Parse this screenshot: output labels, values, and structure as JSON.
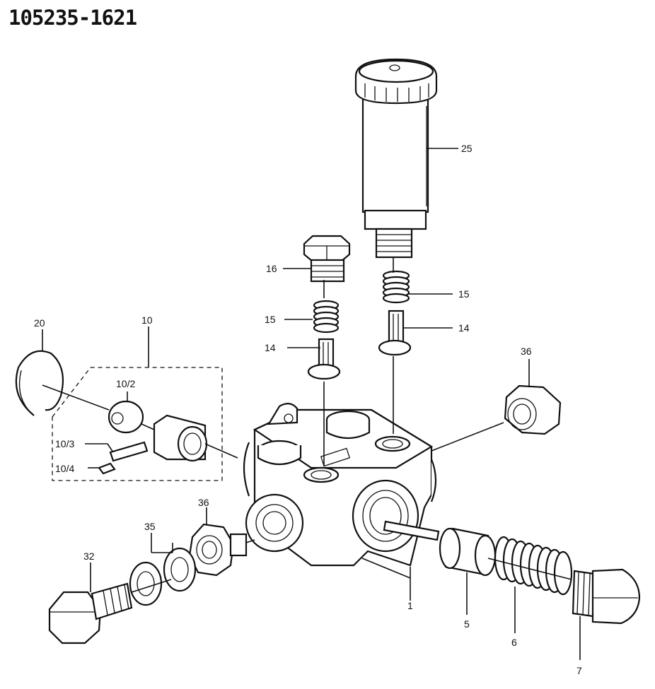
{
  "document_number": "105235-1621",
  "callouts": [
    {
      "id": "25",
      "text": "25"
    },
    {
      "id": "16",
      "text": "16"
    },
    {
      "id": "15a",
      "text": "15"
    },
    {
      "id": "15b",
      "text": "15"
    },
    {
      "id": "14a",
      "text": "14"
    },
    {
      "id": "14b",
      "text": "14"
    },
    {
      "id": "20",
      "text": "20"
    },
    {
      "id": "10",
      "text": "10"
    },
    {
      "id": "10_2",
      "text": "10/2"
    },
    {
      "id": "10_3",
      "text": "10/3"
    },
    {
      "id": "10_4",
      "text": "10/4"
    },
    {
      "id": "36a",
      "text": "36"
    },
    {
      "id": "36b",
      "text": "36"
    },
    {
      "id": "35",
      "text": "35"
    },
    {
      "id": "32",
      "text": "32"
    },
    {
      "id": "1",
      "text": "1"
    },
    {
      "id": "5",
      "text": "5"
    },
    {
      "id": "6",
      "text": "6"
    },
    {
      "id": "7",
      "text": "7"
    }
  ]
}
